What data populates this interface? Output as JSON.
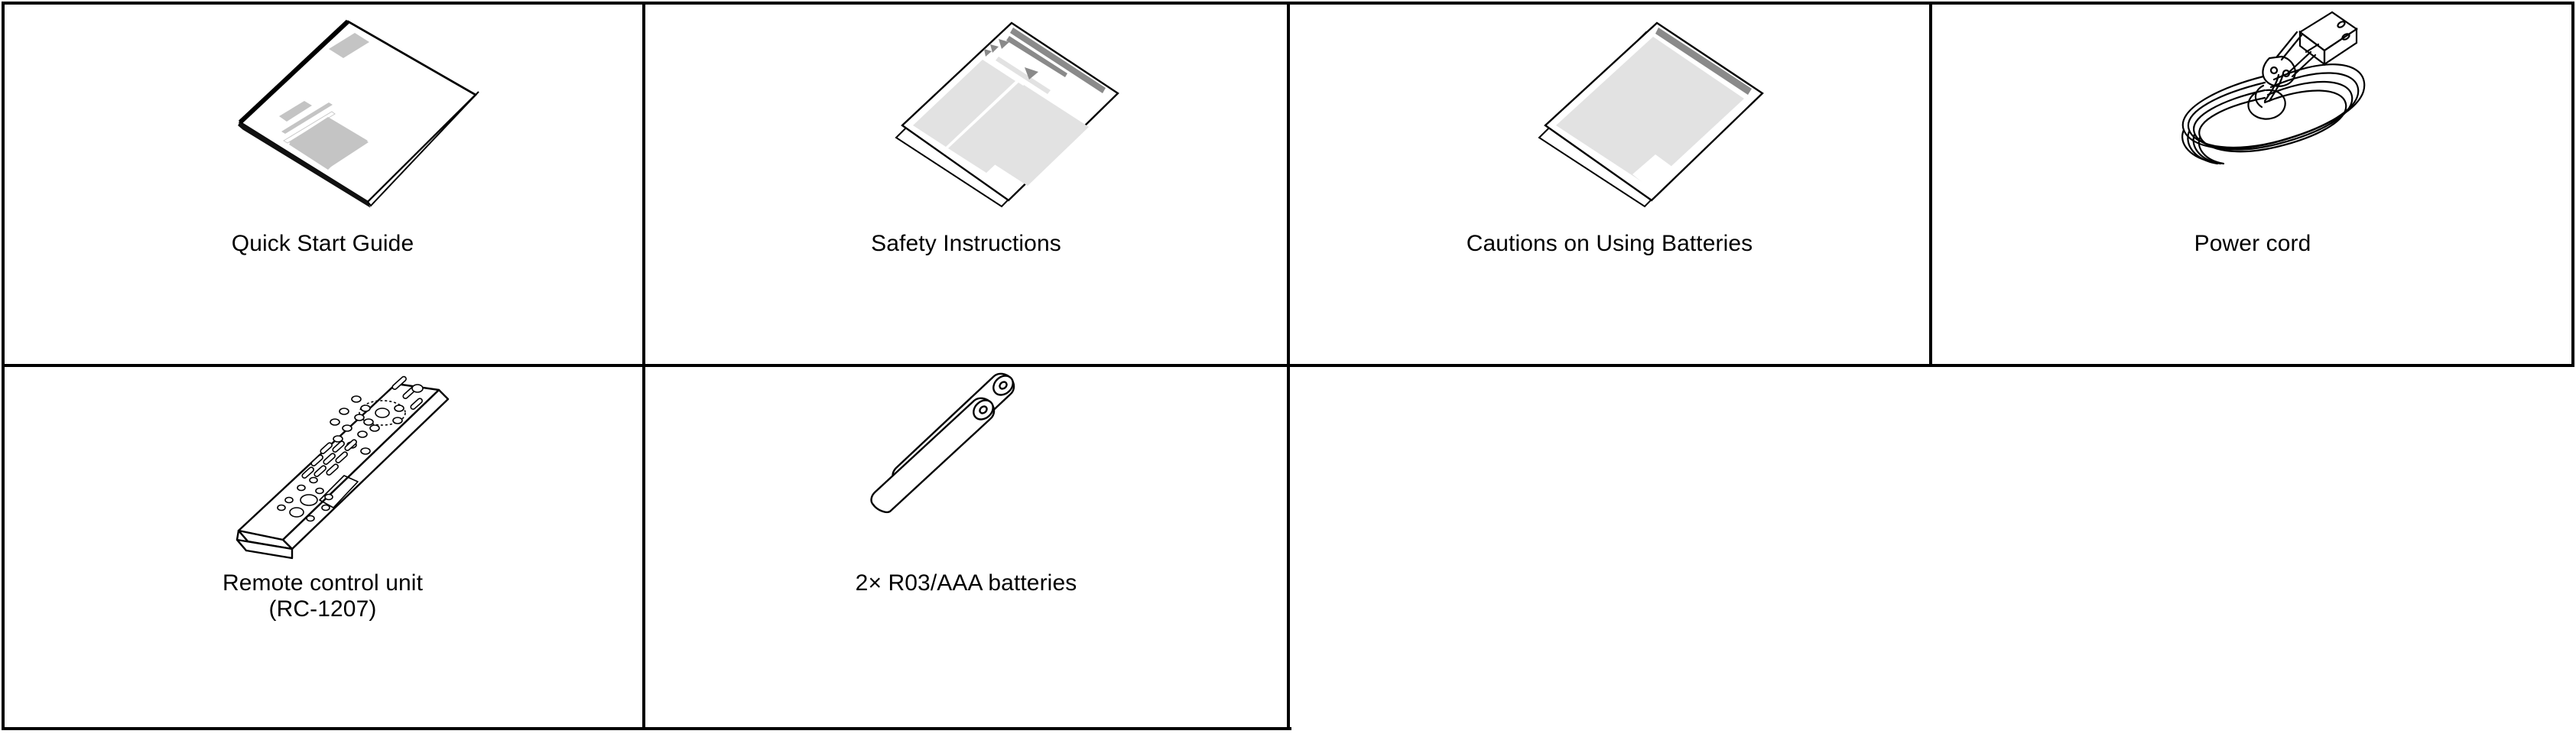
{
  "page": {
    "type": "accessories-contents-grid",
    "background_color": "#ffffff",
    "line_color": "#000000",
    "text_color": "#000000",
    "shading_light": "#e2e2e2",
    "shading_mid": "#c4c4c4",
    "shading_dark": "#7f7f7f"
  },
  "grid": {
    "columns": 4,
    "rows": 2,
    "cells": [
      {
        "id": "quick-start-guide",
        "row": 1,
        "column": 1,
        "illustration": "booklet-icon",
        "caption": "Quick Start Guide",
        "caption_line2": ""
      },
      {
        "id": "safety-instructions",
        "row": 1,
        "column": 2,
        "illustration": "leaflet-icon",
        "caption": "Safety Instructions",
        "caption_line2": ""
      },
      {
        "id": "cautions-on-using-batteries",
        "row": 1,
        "column": 3,
        "illustration": "leaflet-icon",
        "caption": "Cautions on Using Batteries",
        "caption_line2": ""
      },
      {
        "id": "power-cord",
        "row": 1,
        "column": 4,
        "illustration": "power-cord-icon",
        "caption": "Power cord",
        "caption_line2": ""
      },
      {
        "id": "remote-control-unit",
        "row": 2,
        "column": 1,
        "illustration": "remote-control-icon",
        "caption": "Remote control unit",
        "caption_line2": "(RC-1207)"
      },
      {
        "id": "aaa-batteries",
        "row": 2,
        "column": 2,
        "illustration": "batteries-icon",
        "caption": "2× R03/AAA batteries",
        "caption_line2": ""
      }
    ]
  }
}
